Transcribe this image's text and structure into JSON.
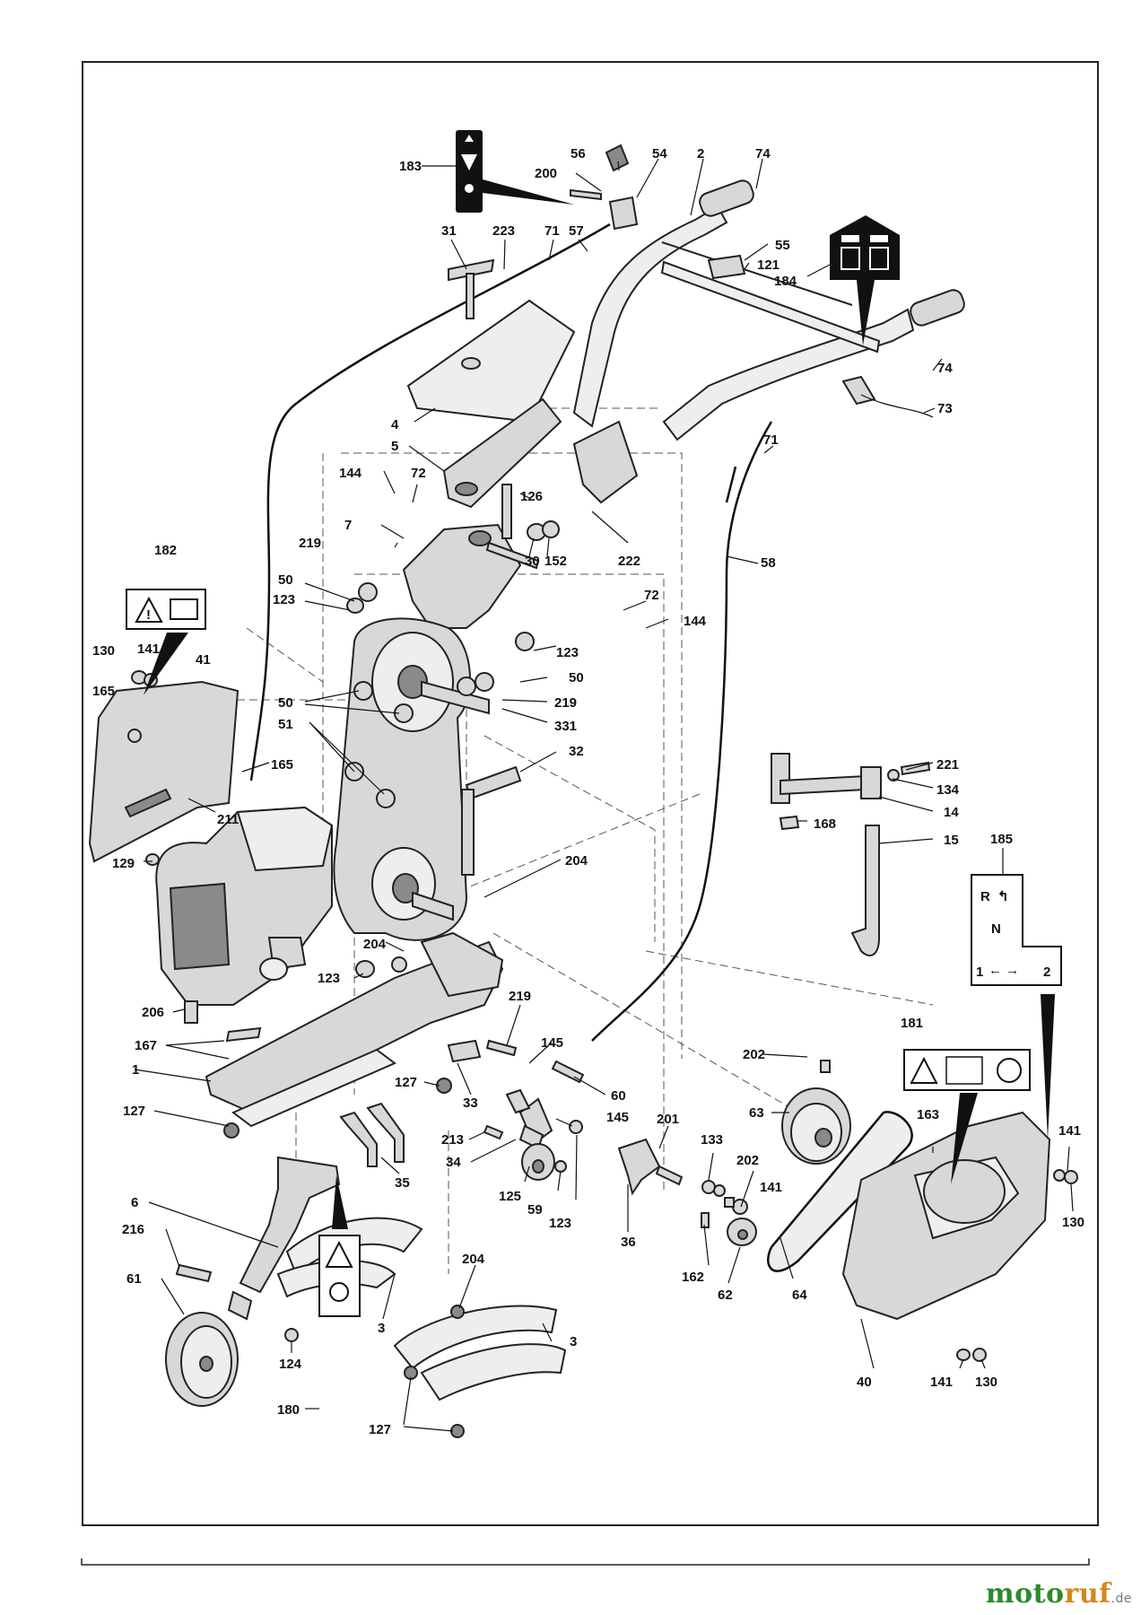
{
  "parts": {
    "p183": "183",
    "p56": "56",
    "p54": "54",
    "p2": "2",
    "p74a": "74",
    "p200": "200",
    "p31": "31",
    "p223": "223",
    "p71a": "71",
    "p57": "57",
    "p55": "55",
    "p121": "121",
    "p184": "184",
    "p74b": "74",
    "p73": "73",
    "p71b": "71",
    "p4": "4",
    "p5": "5",
    "p144a": "144",
    "p72a": "72",
    "p126": "126",
    "p7": "7",
    "p219a": "219",
    "p30": "30",
    "p152": "152",
    "p222": "222",
    "p58": "58",
    "p182": "182",
    "p50a": "50",
    "p123a": "123",
    "p72b": "72",
    "p144b": "144",
    "p130a": "130",
    "p141a": "141",
    "p41": "41",
    "p123b": "123",
    "p50b": "50",
    "p165a": "165",
    "p50c": "50",
    "p219b": "219",
    "p331": "331",
    "p51": "51",
    "p32": "32",
    "p221": "221",
    "p165b": "165",
    "p134": "134",
    "p14": "14",
    "p211": "211",
    "p168": "168",
    "p15": "15",
    "p185": "185",
    "p129": "129",
    "p204a": "204",
    "p204b": "204",
    "p123c": "123",
    "p206": "206",
    "p219c": "219",
    "p167": "167",
    "p181": "181",
    "p145a": "145",
    "p1": "1",
    "p127a": "127",
    "p33": "33",
    "p60": "60",
    "p202a": "202",
    "p63": "63",
    "p127b": "127",
    "p201": "201",
    "p145b": "145",
    "p163": "163",
    "p213": "213",
    "p133": "133",
    "p141b": "141",
    "p34": "34",
    "p202b": "202",
    "p141c": "141",
    "p35": "35",
    "p125": "125",
    "p59": "59",
    "p123d": "123",
    "p130b": "130",
    "p6": "6",
    "p36": "36",
    "p216": "216",
    "p162": "162",
    "p62": "62",
    "p64": "64",
    "p204c": "204",
    "p61": "61",
    "p3a": "3",
    "p3b": "3",
    "p124": "124",
    "p40": "40",
    "p141d": "141",
    "p130c": "130",
    "p180": "180",
    "p127c": "127"
  },
  "gear_label": {
    "reverse": "R",
    "neutral": "N",
    "first": "1",
    "second": "2"
  },
  "watermark": {
    "part1": "moto",
    "part2": "ruf",
    "suffix": ".de"
  }
}
